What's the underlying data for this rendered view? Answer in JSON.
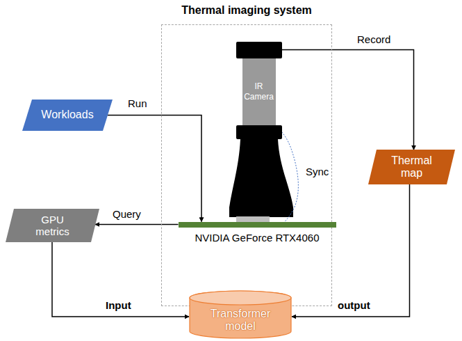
{
  "diagram": {
    "nodes": [
      {
        "text": [
          "Thermal imaging system"
        ]
      },
      {
        "text": [
          "IR Camera"
        ],
        "in": 0
      },
      {
        "text": [
          "Workloads"
        ]
      },
      {
        "text": [
          "Thermal map"
        ]
      },
      {
        "text": [
          "GPU metrics"
        ]
      },
      {
        "text": [
          "NVIDIA GeForce RTX4060"
        ],
        "in": 0
      },
      {
        "text": [
          "Transformer model"
        ]
      }
    ],
    "edges": [
      {
        "from": 2,
        "to": 5,
        "label": "Run",
        "arrow": "to"
      },
      {
        "from": 1,
        "to": 5,
        "label": "Sync",
        "arrow": "none"
      },
      {
        "from": 1,
        "to": 3,
        "label": "Record",
        "arrow": "to"
      },
      {
        "from": 5,
        "to": 4,
        "label": "Query",
        "arrow": "to"
      },
      {
        "from": 4,
        "to": 6,
        "label": "Input",
        "arrow": "to"
      },
      {
        "from": 3,
        "to": 6,
        "label": "output",
        "arrow": "to"
      }
    ]
  }
}
